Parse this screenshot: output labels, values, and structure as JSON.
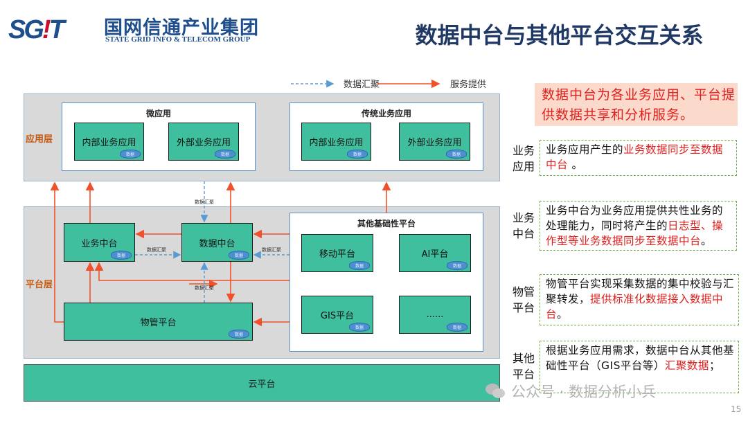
{
  "header": {
    "logo_mark": "SG!T",
    "logo_cn": "国网信通产业集团",
    "logo_en": "STATE GRID INFO & TELECOM GROUP",
    "title": "数据中台与其他平台交互关系"
  },
  "legend": {
    "dashed": "数据汇聚",
    "solid": "服务提供"
  },
  "colors": {
    "teal": "#40bf9f",
    "service_arrow": "#f0502a",
    "data_arrow": "#5b9bd5",
    "highlight": "#e0201e",
    "title": "#1f3864"
  },
  "diagram": {
    "app_layer": {
      "label": "应用层",
      "micro": {
        "title": "微应用",
        "items": [
          "内部业务应用",
          "外部业务应用"
        ]
      },
      "legacy": {
        "title": "传统业务应用",
        "items": [
          "内部业务应用",
          "外部业务应用"
        ]
      }
    },
    "platform_layer": {
      "label": "平台层",
      "biz": "业务中台",
      "data": "数据中台",
      "iot": "物管平台",
      "other": {
        "title": "其他基础性平台",
        "items": [
          "移动平台",
          "AI平台",
          "GIS平台",
          "......"
        ]
      }
    },
    "db_label": "数据",
    "flow_label": "数据汇聚",
    "cloud": "云平台"
  },
  "panel": {
    "highlight": "数据中台为各业务应用、平台提供数据共享和分析服务。",
    "sections": [
      {
        "label": "业务应用",
        "text": "业务应用产生的",
        "red": "业务数据同步至数据中台",
        "tail": " 。"
      },
      {
        "label": "业务中台",
        "text": "业务中台为业务应用提供共性业务的处理能力，同时将产生的",
        "red": "日志型、操作型等业务数据同步至数据中台",
        "tail": "。"
      },
      {
        "label": "物管平台",
        "text": "物管平台实现采集数据的集中校验与汇聚转发，",
        "red": "提供标准化数据接入数据中台",
        "tail": "。"
      },
      {
        "label": "其他平台",
        "text": "根据业务应用需求，数据中台从其他基础性平台（GIS平台等）",
        "red": "汇聚数据",
        "tail": "；"
      }
    ]
  },
  "watermark": "公众号 · 数据分析小兵",
  "page_number": "15"
}
